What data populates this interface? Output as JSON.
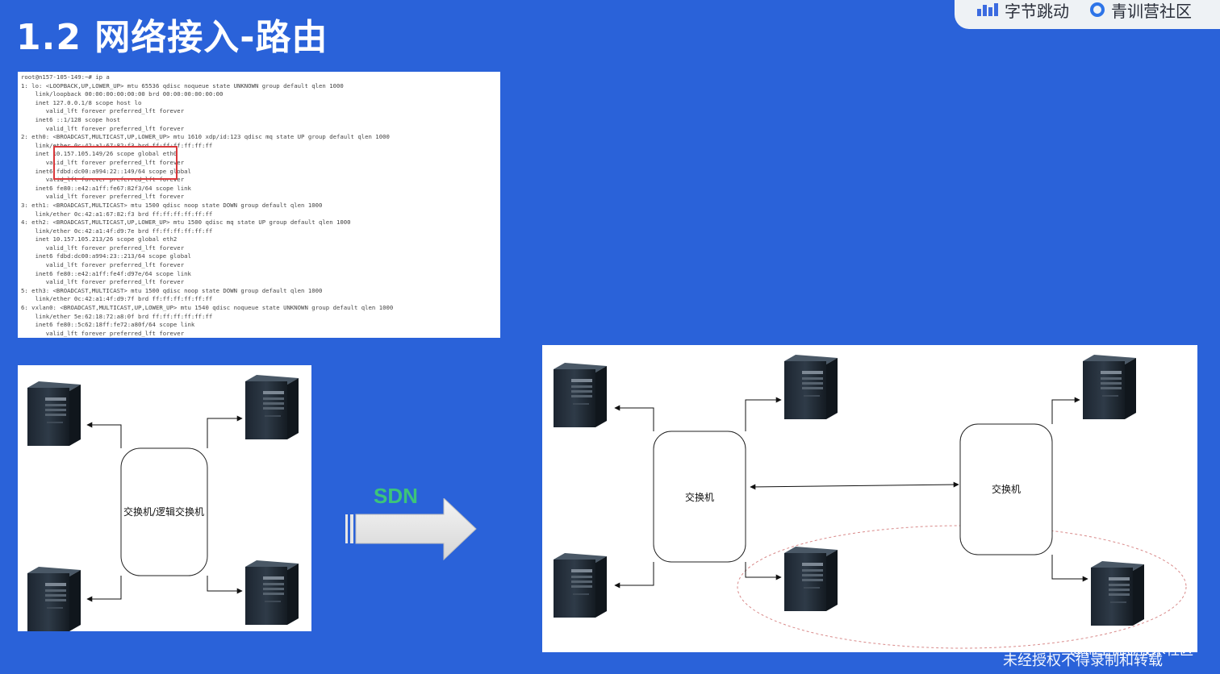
{
  "slide": {
    "title": "1.2 网络接入-路由",
    "background_color": "#2a62d9"
  },
  "brand": {
    "item1": "字节跳动",
    "item2": "青训营社区"
  },
  "terminal": {
    "lines": [
      "root@n157-105-149:~# ip a",
      "1: lo: <LOOPBACK,UP,LOWER_UP> mtu 65536 qdisc noqueue state UNKNOWN group default qlen 1000",
      "    link/loopback 00:00:00:00:00:00 brd 00:00:00:00:00:00",
      "    inet 127.0.0.1/8 scope host lo",
      "       valid_lft forever preferred_lft forever",
      "    inet6 ::1/128 scope host",
      "       valid_lft forever preferred_lft forever",
      "2: eth0: <BROADCAST,MULTICAST,UP,LOWER_UP> mtu 1610 xdp/id:123 qdisc mq state UP group default qlen 1000",
      "    link/ether 0c:42:a1:67:82:f3 brd ff:ff:ff:ff:ff:ff",
      "    inet 10.157.105.149/26 scope global eth0",
      "       valid_lft forever preferred_lft forever",
      "    inet6 fdbd:dc00:a994:22::149/64 scope global",
      "       valid_lft forever preferred_lft forever",
      "    inet6 fe80::e42:a1ff:fe67:82f3/64 scope link",
      "       valid_lft forever preferred_lft forever",
      "3: eth1: <BROADCAST,MULTICAST> mtu 1500 qdisc noop state DOWN group default qlen 1000",
      "    link/ether 0c:42:a1:67:82:f3 brd ff:ff:ff:ff:ff:ff",
      "4: eth2: <BROADCAST,MULTICAST,UP,LOWER_UP> mtu 1500 qdisc mq state UP group default qlen 1000",
      "    link/ether 0c:42:a1:4f:d9:7e brd ff:ff:ff:ff:ff:ff",
      "    inet 10.157.105.213/26 scope global eth2",
      "       valid_lft forever preferred_lft forever",
      "    inet6 fdbd:dc00:a994:23::213/64 scope global",
      "       valid_lft forever preferred_lft forever",
      "    inet6 fe80::e42:a1ff:fe4f:d97e/64 scope link",
      "       valid_lft forever preferred_lft forever",
      "5: eth3: <BROADCAST,MULTICAST> mtu 1500 qdisc noop state DOWN group default qlen 1000",
      "    link/ether 0c:42:a1:4f:d9:7f brd ff:ff:ff:ff:ff:ff",
      "6: vxlan0: <BROADCAST,MULTICAST,UP,LOWER_UP> mtu 1540 qdisc noqueue state UNKNOWN group default qlen 1000",
      "    link/ether 5e:62:18:72:a8:0f brd ff:ff:ff:ff:ff:ff",
      "    inet6 fe80::5c62:18ff:fe72:a80f/64 scope link",
      "       valid_lft forever preferred_lft forever"
    ]
  },
  "left_diagram": {
    "switch_label": "交换机/逻辑交换机"
  },
  "sdn": {
    "label": "SDN",
    "label_color": "#3cc47a"
  },
  "right_diagram": {
    "switch1_label": "交换机",
    "switch2_label": "交换机"
  },
  "watermarks": {
    "site": "@稀土掘金技术社区",
    "notice": "未经授权不得录制和转载"
  }
}
